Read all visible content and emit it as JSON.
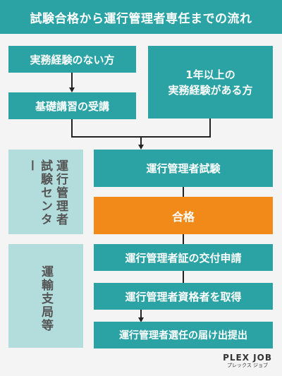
{
  "title": "試験合格から運行管理者専任までの流れ",
  "boxes": {
    "no_experience": "実務経験のない方",
    "basic_course": "基礎講習の受講",
    "experience_line1": "1年以上の",
    "experience_line2": "実務経験がある方",
    "exam": "運行管理者試験",
    "pass": "合格",
    "certificate": "運行管理者証の交付申請",
    "qualified": "運行管理者資格者を取得",
    "notify": "運行管理者選任の届け出提出"
  },
  "sides": {
    "exam_center_col1": "運行管理者",
    "exam_center_col2": "試験センター",
    "transport_bureau": "運輸支局等"
  },
  "logo": {
    "main": "PLEX JOB",
    "sub": "プレックス ジョブ"
  },
  "colors": {
    "teal": "#2ba3a5",
    "orange": "#f28a1a",
    "side": "#b3dcdc",
    "background": "#f4f4f4"
  }
}
